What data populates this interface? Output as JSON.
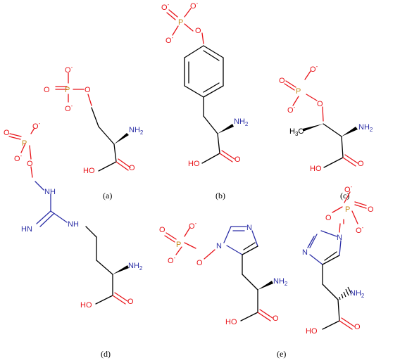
{
  "panels": [
    {
      "id": "a",
      "caption": "(a)"
    },
    {
      "id": "b",
      "caption": "(b)"
    },
    {
      "id": "c",
      "caption": "(c)"
    },
    {
      "id": "d",
      "caption": "(d)"
    },
    {
      "id": "e",
      "caption": "(e)"
    }
  ],
  "atoms": {
    "O": "O",
    "O_minus_base": "O",
    "minus": "-",
    "P": "P",
    "N": "N",
    "NH": "NH",
    "NH2_base": "NH",
    "two": "2",
    "HO": "HO",
    "HN": "HN",
    "H3C_H": "H",
    "three": "3",
    "C": "C"
  },
  "colors": {
    "oxygen": "#e8141a",
    "nitrogen": "#2c2fa6",
    "phosphorus": "#c58a1a",
    "carbon": "#000000"
  }
}
